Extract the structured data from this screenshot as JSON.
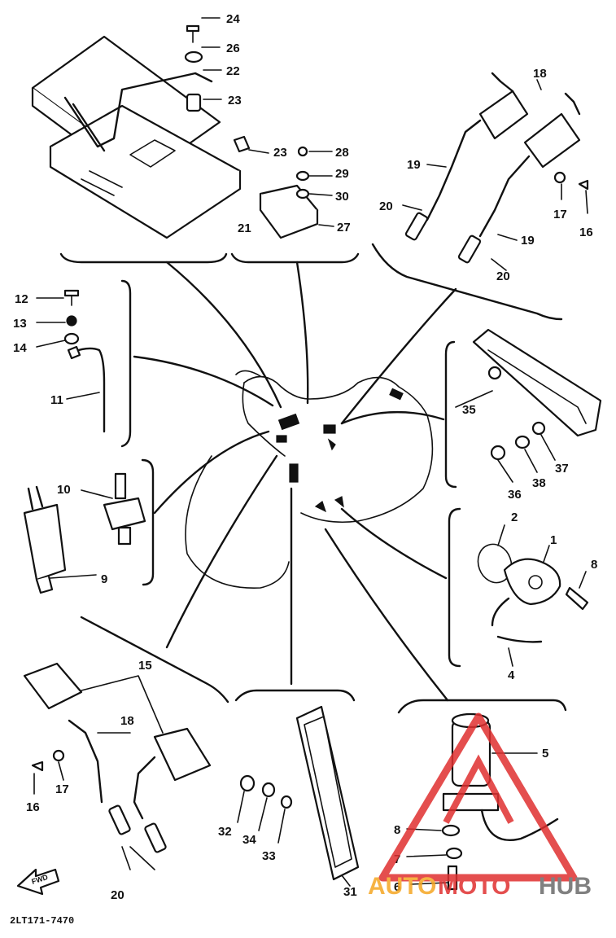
{
  "diagram": {
    "part_numbers": {
      "p1": "1",
      "p2": "2",
      "p4": "4",
      "p5": "5",
      "p6": "6",
      "p7": "7",
      "p8a": "8",
      "p8b": "8",
      "p9": "9",
      "p10": "10",
      "p11": "11",
      "p12": "12",
      "p13": "13",
      "p14": "14",
      "p15": "15",
      "p16a": "16",
      "p16b": "16",
      "p17a": "17",
      "p17b": "17",
      "p18a": "18",
      "p18b": "18",
      "p19a": "19",
      "p19b": "19",
      "p20a": "20",
      "p20b": "20",
      "p20c": "20",
      "p21": "21",
      "p22": "22",
      "p23a": "23",
      "p23b": "23",
      "p24": "24",
      "p26": "26",
      "p27": "27",
      "p28": "28",
      "p29": "29",
      "p30": "30",
      "p31": "31",
      "p32": "32",
      "p33": "33",
      "p34": "34",
      "p35": "35",
      "p36": "36",
      "p37": "37",
      "p38": "38"
    },
    "diagram_code": "2LT171-7470",
    "front_arrow_label": "FWD",
    "watermark": {
      "part1": "AUTO",
      "part2": "MOTO",
      "part3": "HUB",
      "color_orange": "#f5a623",
      "color_red": "#e03030",
      "color_gray": "#6b6b6b"
    }
  }
}
